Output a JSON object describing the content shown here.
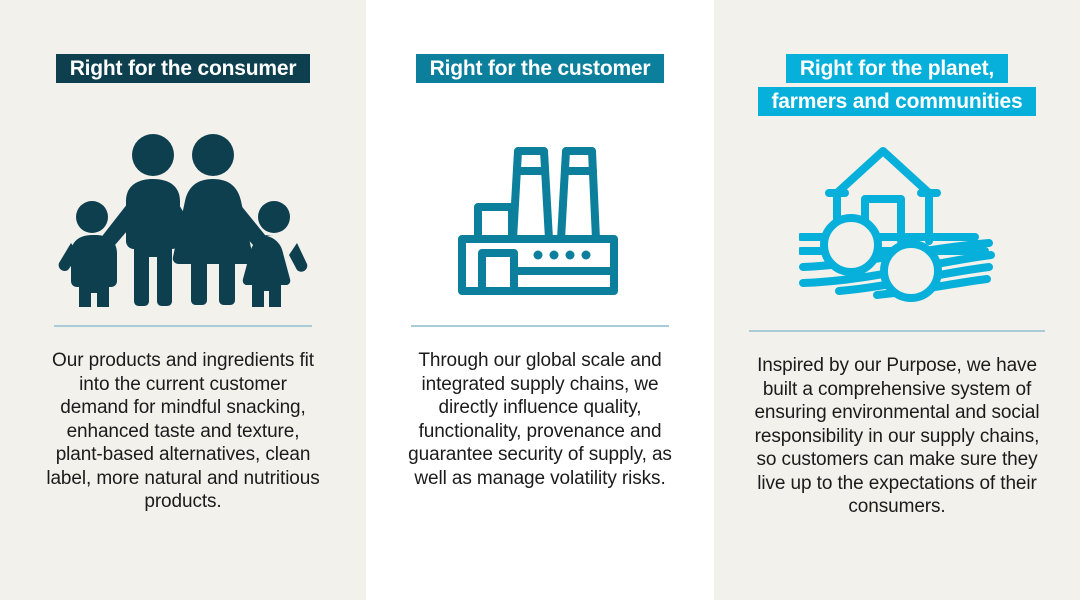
{
  "theme": {
    "page_background": "#f3f1ec",
    "panel_background_alt": "#ffffff",
    "dark_teal": "#0d3f4f",
    "teal": "#0b7f9b",
    "cyan": "#06b0da",
    "divider": "#a9cdd8",
    "body_text": "#1b1b1b",
    "heading_text": "#ffffff"
  },
  "columns": [
    {
      "id": "consumer",
      "heading_lines": [
        "Right for the consumer"
      ],
      "heading_style": "dark",
      "icon": "family-icon",
      "body": "Our products and ingredients fit into the current customer demand for mindful snacking, enhanced taste and texture, plant-based alternatives, clean label, more natural and nutritious products."
    },
    {
      "id": "customer",
      "heading_lines": [
        "Right for the customer"
      ],
      "heading_style": "teal",
      "icon": "factory-icon",
      "body": "Through our global scale and integrated supply chains, we directly influence quality, functionality, provenance and guarantee security of supply, as well as manage volatility risks."
    },
    {
      "id": "planet",
      "heading_lines": [
        "Right for the planet,",
        "farmers and communities"
      ],
      "heading_style": "cyan",
      "icon": "farm-icon",
      "body": "Inspired by our Purpose, we have built a comprehensive system of ensuring environmental and social responsibility in our supply chains, so customers can make sure they live up to the expectations of their consumers."
    }
  ]
}
